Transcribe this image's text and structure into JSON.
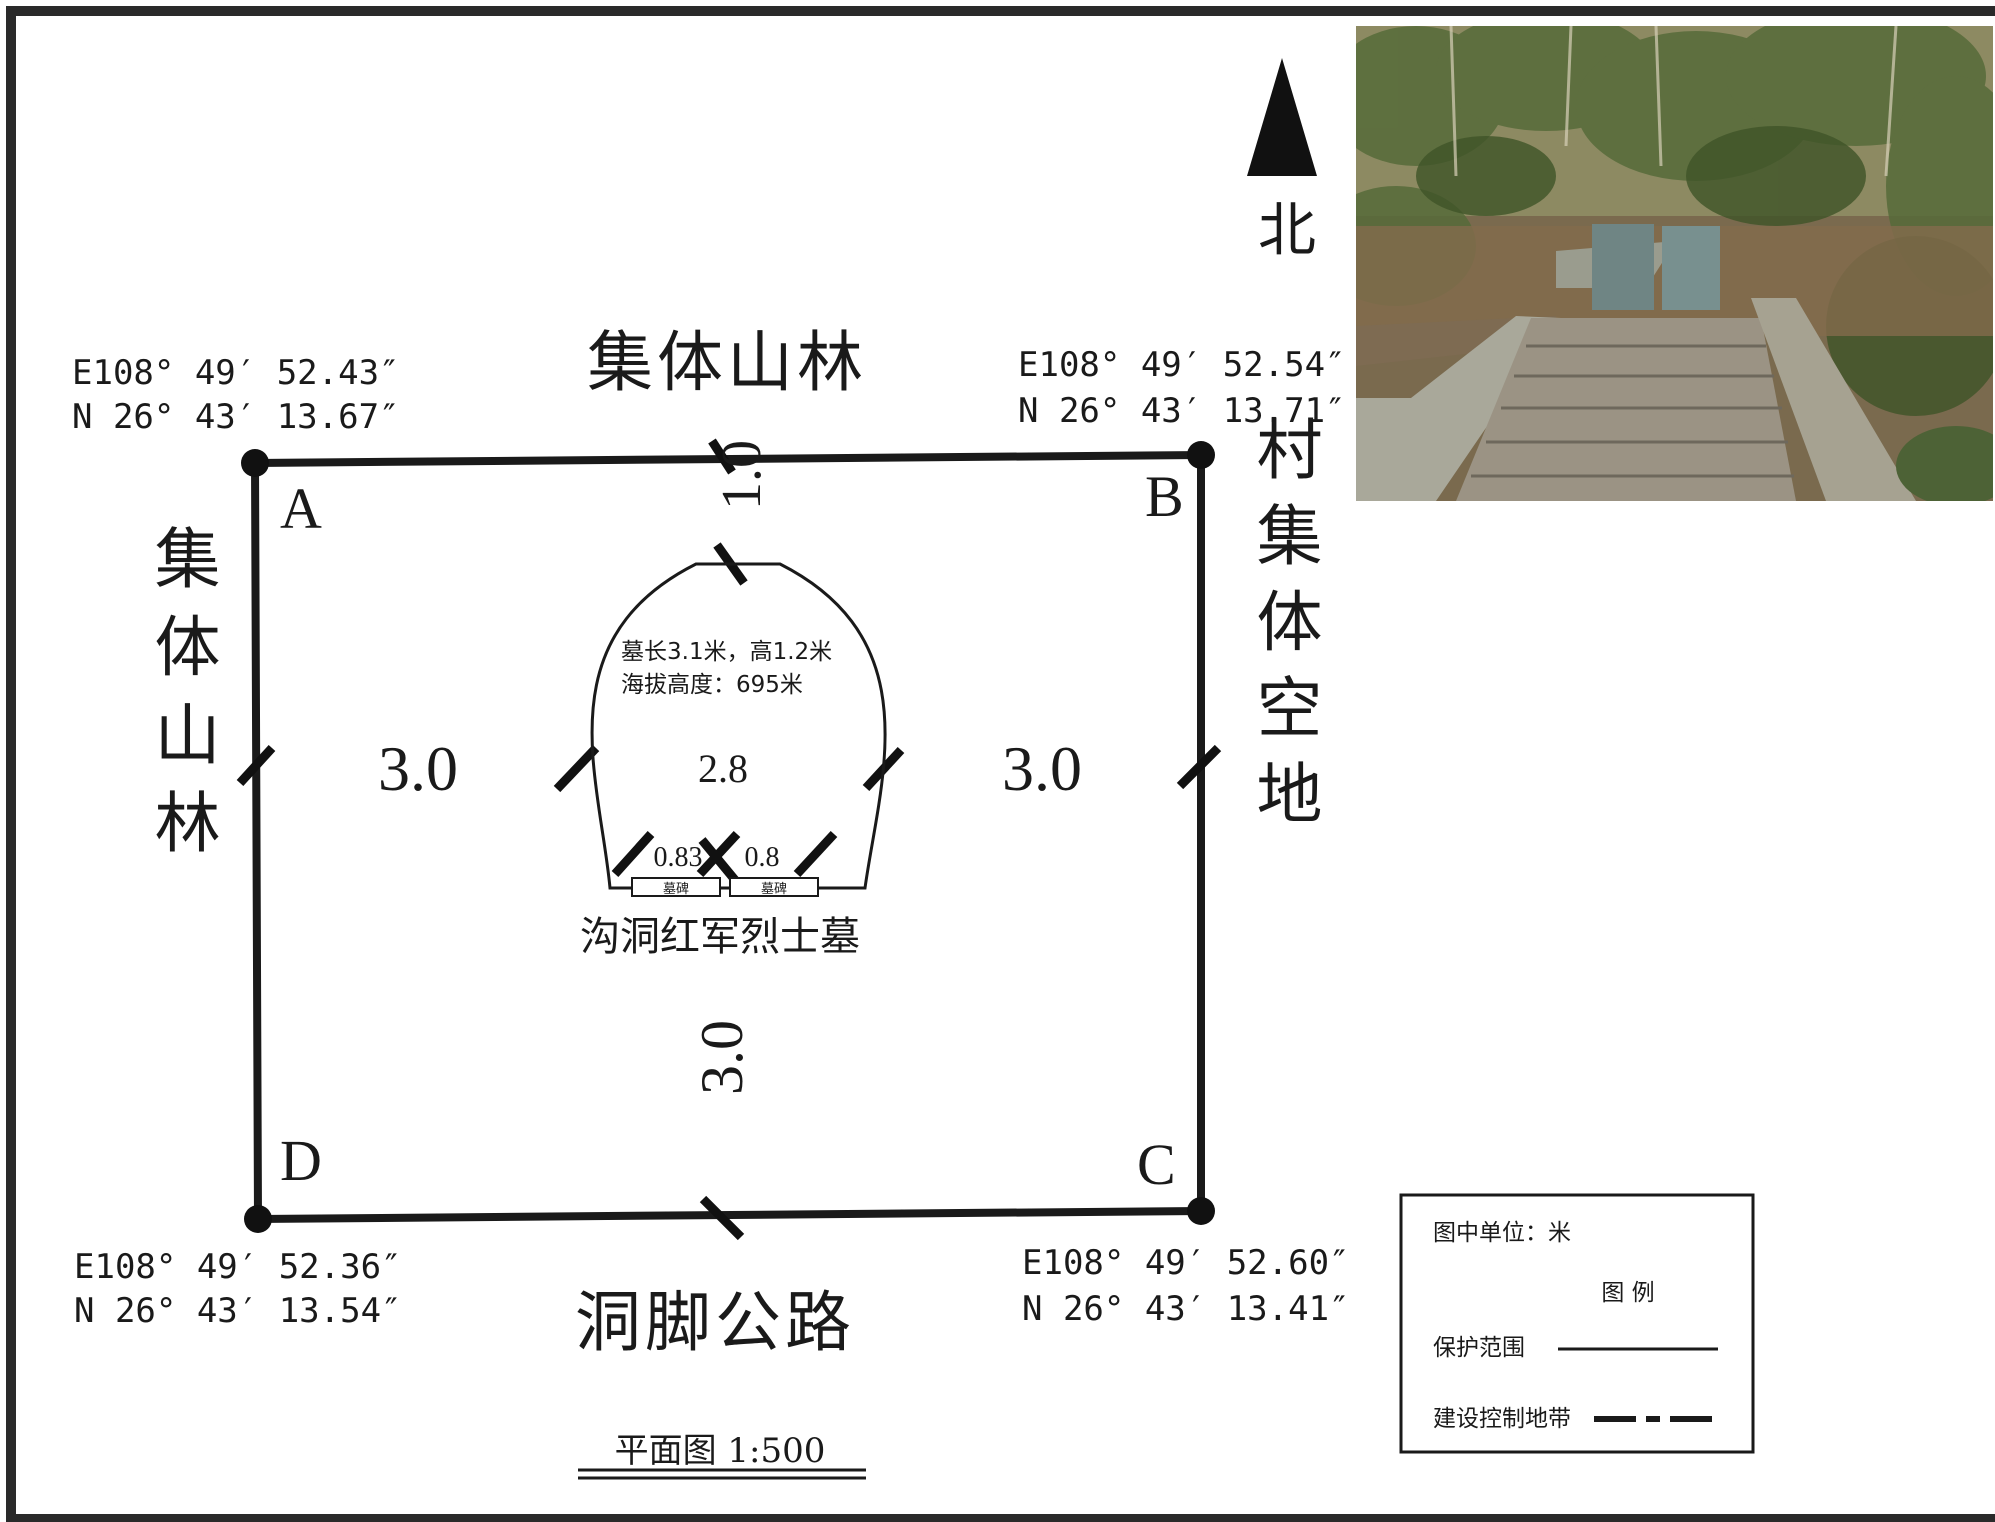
{
  "north": {
    "label": "北"
  },
  "surroundings": {
    "north": "集体山林",
    "west": "集体山林",
    "east": "村集体空地",
    "south": "洞脚公路"
  },
  "corners": [
    {
      "id": "A",
      "lon": "E108° 49′ 52.43″",
      "lat": "N 26° 43′ 13.67″"
    },
    {
      "id": "B",
      "lon": "E108° 49′ 52.54″",
      "lat": "N 26° 43′ 13.71″"
    },
    {
      "id": "C",
      "lon": "E108° 49′ 52.60″",
      "lat": "N 26° 43′ 13.41″"
    },
    {
      "id": "D",
      "lon": "E108° 49′ 52.36″",
      "lat": "N 26° 43′ 13.54″"
    }
  ],
  "dimensions": {
    "top": "1.0",
    "left": "3.0",
    "right": "3.0",
    "bottom": "3.0",
    "tomb_width": "2.8",
    "stele_left": "0.83",
    "stele_right": "0.8"
  },
  "tomb": {
    "size_text": "墓长3.1米，高1.2米",
    "altitude_text": "海拔高度：695米",
    "name": "沟洞红军烈士墓",
    "stele_label": "墓碑"
  },
  "scale_title": "平面图  1:500",
  "legend": {
    "unit": "图中单位：米",
    "title": "图  例",
    "protection_label": "保护范围",
    "control_label": "建设控制地带"
  },
  "photo": {
    "icon": "tomb-photo"
  },
  "colors": {
    "line": "#1a1a1a",
    "frame": "#2a2a2a"
  }
}
